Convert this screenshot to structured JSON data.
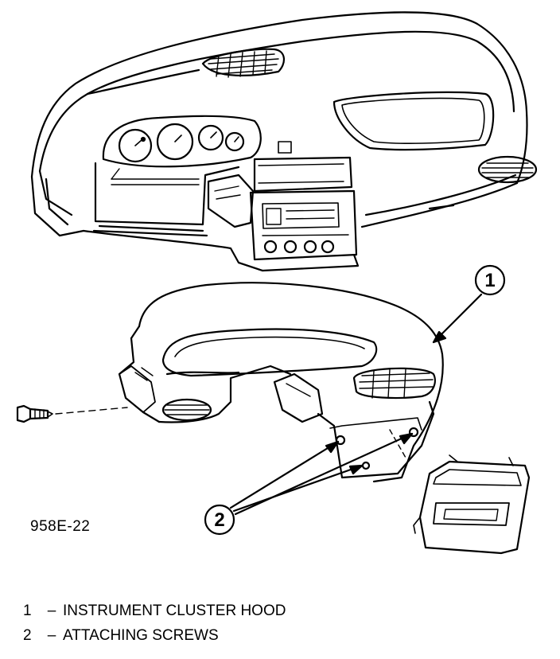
{
  "figure": {
    "id": "958E-22",
    "callouts": [
      {
        "number": "1",
        "label": "INSTRUMENT CLUSTER HOOD"
      },
      {
        "number": "2",
        "label": "ATTACHING SCREWS"
      }
    ]
  },
  "legend": {
    "separator": "–"
  }
}
